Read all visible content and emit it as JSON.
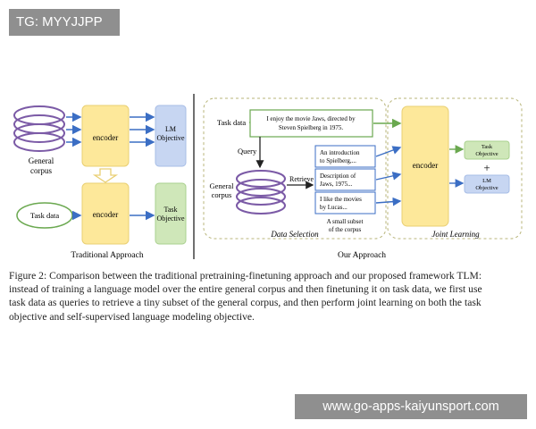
{
  "overlay_tag": "TG: MYYJJPP",
  "watermark": "www.go-apps-kaiyunsport.com",
  "figure": {
    "traditional": {
      "general_corpus_label": [
        "General",
        "corpus"
      ],
      "encoder_top": "encoder",
      "lm_objective": [
        "LM",
        "Objective"
      ],
      "task_data": "Task data",
      "encoder_bottom": "encoder",
      "task_objective": [
        "Task",
        "Objective"
      ],
      "caption": "Traditional Approach"
    },
    "ours": {
      "task_data_label": "Task data",
      "task_sentence": [
        "I enjoy the movie Jaws, directed by",
        "Steven Spielberg in 1975."
      ],
      "query_label": "Query",
      "retrieve_label": "Retrieve",
      "general_corpus_label": [
        "General",
        "corpus"
      ],
      "retrieved": [
        [
          "An introduction",
          "to Spielberg,..."
        ],
        [
          "Description of",
          "Jaws, 1975..."
        ],
        [
          "I like the movies",
          "by Lucas..."
        ]
      ],
      "subset_note": [
        "A small subset",
        "of the corpus"
      ],
      "data_selection": "Data Selection",
      "encoder": "encoder",
      "task_objective": [
        "Task",
        "Objective"
      ],
      "plus": "+",
      "lm_objective": [
        "LM",
        "Objective"
      ],
      "joint_learning": "Joint Learning",
      "caption": "Our Approach"
    }
  },
  "caption_lines": [
    "Figure 2: Comparison between the traditional pretraining-finetuning approach and our proposed framework TLM:",
    "instead of training a language model over the entire general corpus and then finetuning it on task data, we first use",
    "task data as queries to retrieve a tiny subset of the general corpus, and then perform joint learning on both the task",
    "objective and self-supervised language modeling objective."
  ],
  "colors": {
    "encoder": "#fde89a",
    "lm_objective": "#c7d6f2",
    "task_objective": "#cfe7b9",
    "corpus": "#7b5aa6",
    "task_green": "#6aa84f",
    "arrow": "#3b6ec4"
  }
}
